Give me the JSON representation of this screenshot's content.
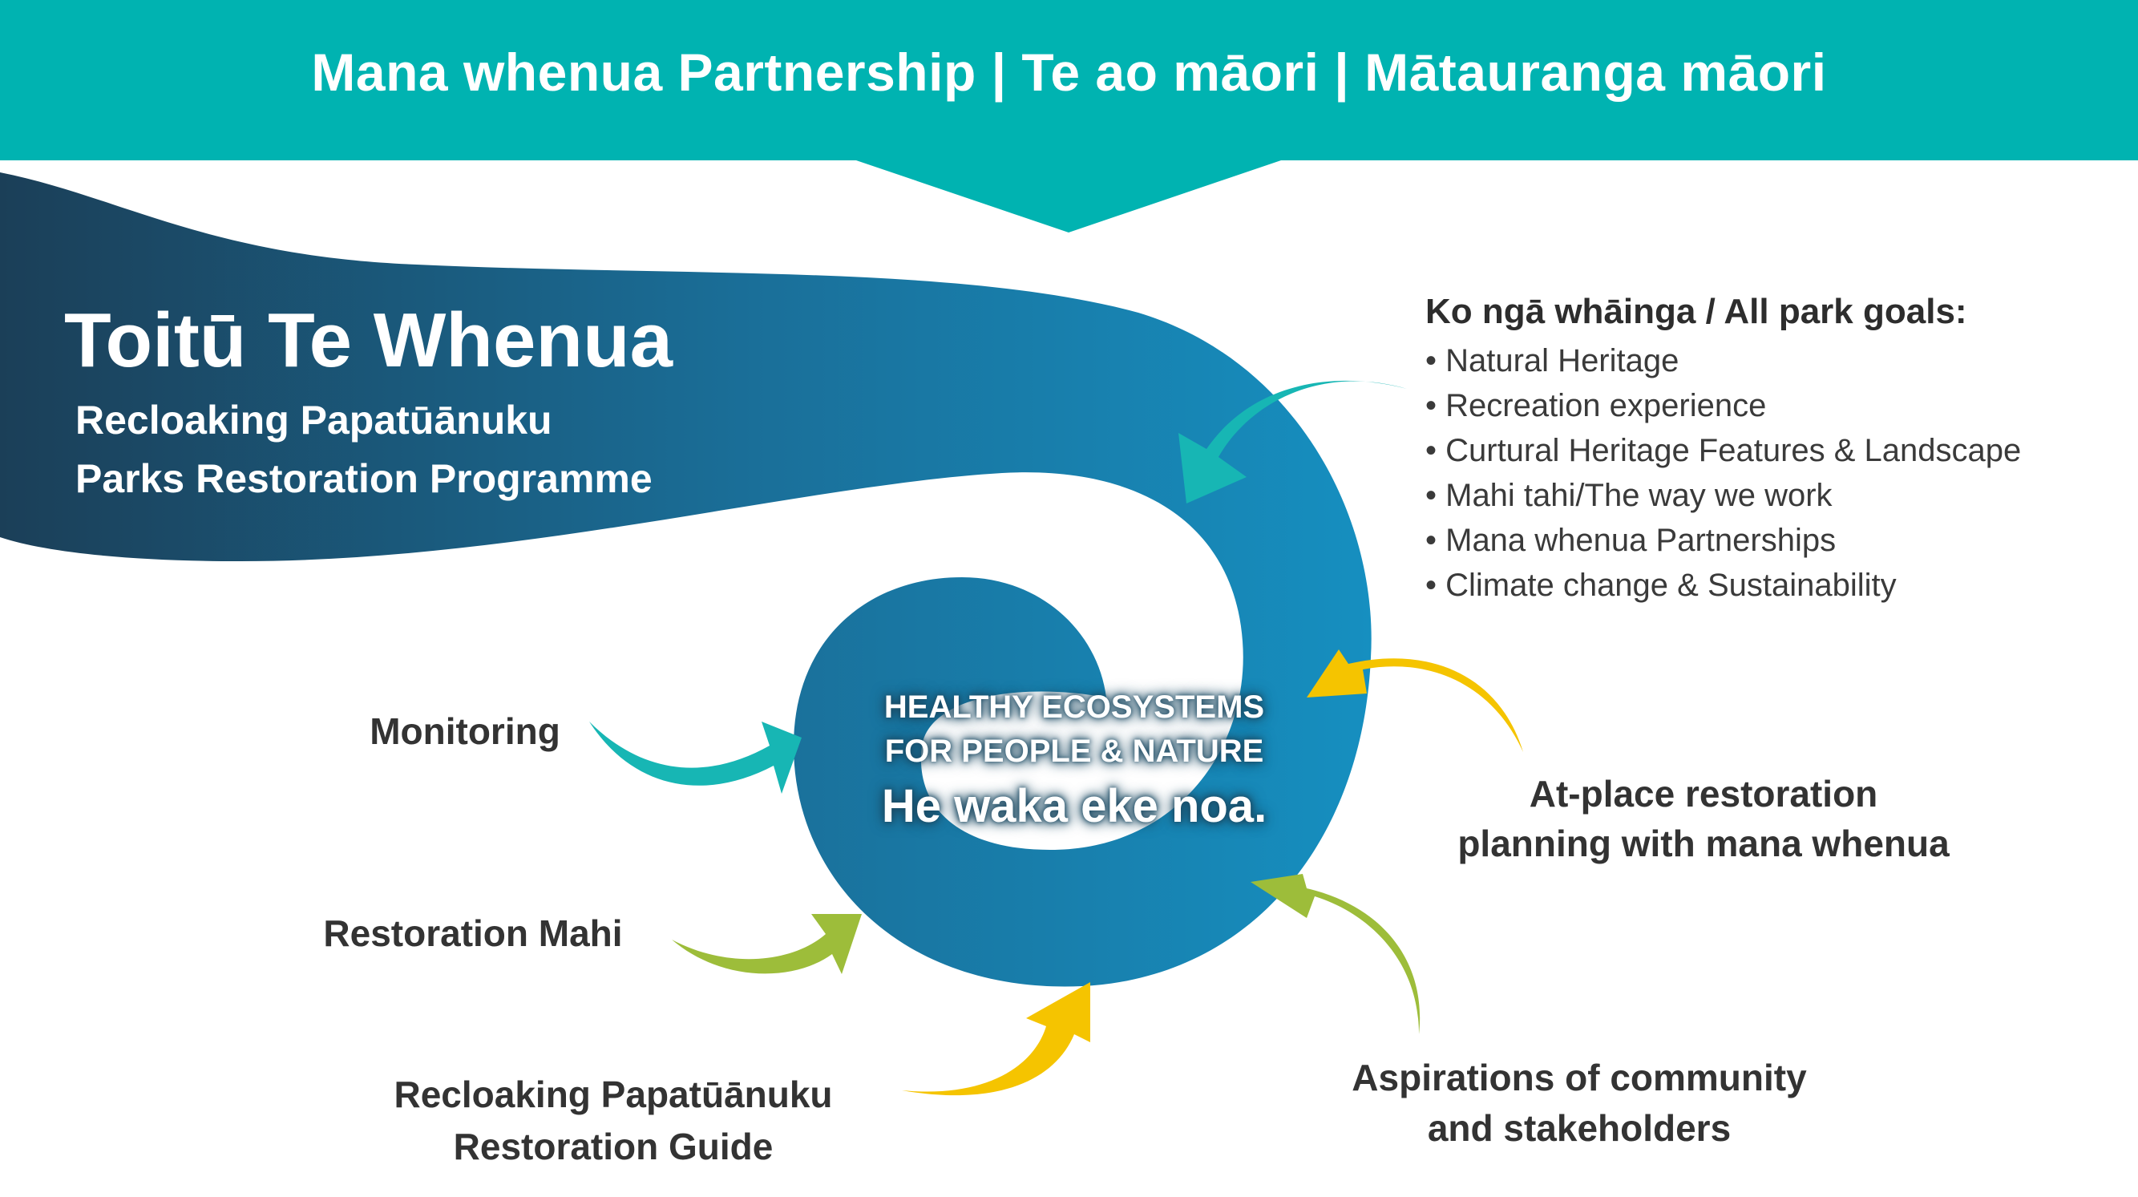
{
  "banner": {
    "text": "Mana whenua Partnership  |  Te ao māori  |  Mātauranga māori",
    "color": "#00b3b1"
  },
  "title": "Toitū Te Whenua",
  "subtitle_1": "Recloaking Papatūānuku",
  "subtitle_2": "Parks Restoration Programme",
  "goals": {
    "heading": "Ko ngā whāinga / All park goals:",
    "items": [
      "• Natural Heritage",
      "• Recreation experience",
      "• Curtural Heritage Features & Landscape",
      "• Mahi tahi/The way we work",
      "• Mana whenua Partnerships",
      "• Climate change & Sustainability"
    ]
  },
  "center": {
    "line_1": "HEALTHY ECOSYSTEMS",
    "line_2": "FOR PEOPLE & NATURE",
    "line_3": "He waka eke noa."
  },
  "inputs": {
    "monitoring": "Monitoring",
    "restoration_mahi": "Restoration Mahi",
    "guide_1": "Recloaking Papatūānuku",
    "guide_2": "Restoration Guide",
    "planning_1": "At-place restoration",
    "planning_2": "planning with mana whenua",
    "aspirations_1": "Aspirations of community",
    "aspirations_2": "and stakeholders"
  },
  "colors": {
    "spiral_dark": "#1b4a63",
    "spiral_light": "#1690bf",
    "teal_arrow": "#17b6b4",
    "yellow_arrow": "#f5c400",
    "green_arrow": "#9dbd3a"
  }
}
